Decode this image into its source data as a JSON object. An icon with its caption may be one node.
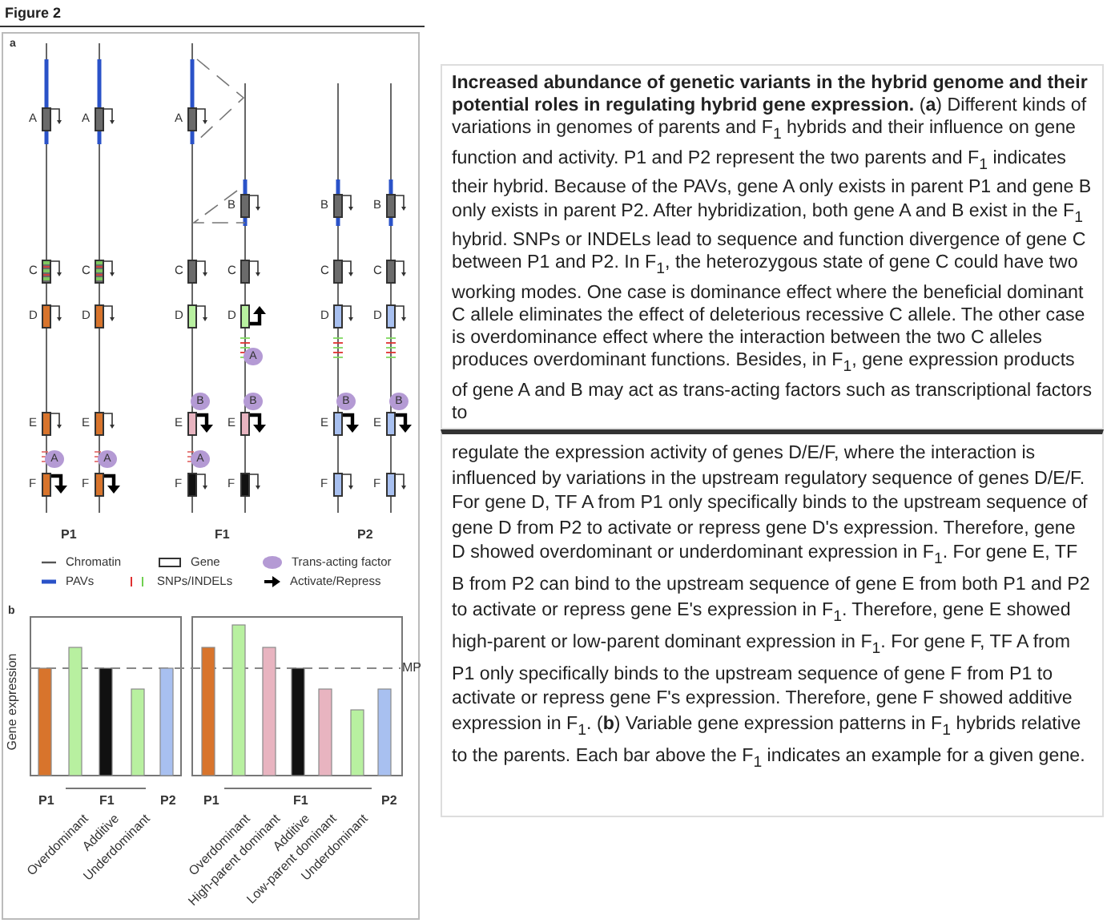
{
  "diagram": {
    "title": "Figure 2",
    "caption": "**Increased abundance of genetic variants in the hybrid genome and their potential roles in regulating hybrid gene expression.** (**a**) Different kinds of variations in genomes of parents and F$_{1}$ hybrids and their influence on gene function and activity. P1 and P2 represent the two parents and F$_{1}$ indicates their hybrid. Because of the PAVs, gene A only exists in parent P1 and gene B only exists in parent P2. After hybridization, both gene A and B exist in the F$_{1}$ hybrid. SNPs or INDELs lead to sequence and function divergence of gene C between P1 and P2. In F$_{1}$, the heterozygous state of gene C could have two working modes. One case is dominance effect where the beneficial dominant C allele eliminates the effect of deleterious recessive C allele. The other case is overdominance effect where the interaction between the two C alleles produces overdominant functions. Besides, in F$_{1}$, gene expression products of gene A and B may act as trans-acting factors such as transcriptional factors to",
    "nodes": [
      {
        "text": [
          "A"
        ]
      },
      {
        "text": [
          "C"
        ]
      },
      {
        "text": [
          "D"
        ]
      },
      {
        "text": [
          "E"
        ]
      },
      {
        "text": [
          "A"
        ]
      },
      {
        "text": [
          "F"
        ]
      },
      {
        "text": [
          "A"
        ]
      },
      {
        "text": [
          "C"
        ]
      },
      {
        "text": [
          "D"
        ]
      },
      {
        "text": [
          "E"
        ]
      },
      {
        "text": [
          "A"
        ]
      },
      {
        "text": [
          "F"
        ]
      },
      {
        "text": [
          "A"
        ]
      },
      {
        "text": [
          "C"
        ]
      },
      {
        "text": [
          "D"
        ]
      },
      {
        "text": [
          "B"
        ]
      },
      {
        "text": [
          "E"
        ]
      },
      {
        "text": [
          "A"
        ]
      },
      {
        "text": [
          "F"
        ]
      },
      {
        "text": [
          "B"
        ]
      },
      {
        "text": [
          "C"
        ]
      },
      {
        "text": [
          "D"
        ]
      },
      {
        "text": [
          "A"
        ]
      },
      {
        "text": [
          "B"
        ]
      },
      {
        "text": [
          "E"
        ]
      },
      {
        "text": [
          "F"
        ]
      },
      {
        "text": [
          "B"
        ]
      },
      {
        "text": [
          "C"
        ]
      },
      {
        "text": [
          "D"
        ]
      },
      {
        "text": [
          "B"
        ]
      },
      {
        "text": [
          "E"
        ]
      },
      {
        "text": [
          "F"
        ]
      },
      {
        "text": [
          "B"
        ]
      },
      {
        "text": [
          "C"
        ]
      },
      {
        "text": [
          "D"
        ]
      },
      {
        "text": [
          "B"
        ]
      },
      {
        "text": [
          "E"
        ]
      },
      {
        "text": [
          "F"
        ]
      }
    ],
    "labels": [
      "a",
      "P1",
      "F1",
      "P2",
      "b",
      "Gene expression",
      "MP",
      "P1",
      "F1",
      "P2",
      "Overdominant",
      "Additive",
      "Underdominant",
      "P1",
      "F1",
      "P2",
      "Overdominant",
      "High-parent dominant",
      "Additive",
      "Low-parent dominant",
      "Underdominant",
      "regulate the expression activity of genes D/E/F, where the interaction is influenced by variations in the upstream regulatory sequence of genes D/E/F. For gene D, TF A from P1 only specifically binds to the upstream sequence of gene D from P2 to activate or repress gene D's expression. Therefore, gene D showed overdominant or underdominant expression in F$_{1}$. For gene E, TF B from P2 can bind to the upstream sequence of gene E from both P1 and P2 to activate or repress gene E's expression in F$_{1}$. Therefore, gene E showed high-parent or low-parent dominant expression in F$_{1}$. For gene F, TF A from P1 only specifically binds to the upstream sequence of gene F from P1 to activate or repress gene F's expression. Therefore, gene F showed additive expression in F$_{1}$. (**b**) Variable gene expression patterns in F$_{1}$ hybrids relative to the parents. Each bar above the F$_{1}$ indicates an example for a given gene."
    ],
    "legend": [
      {
        "text": "Chromatin"
      },
      {
        "text": "Gene"
      },
      {
        "text": "Trans-acting factor"
      },
      {
        "text": "PAVs"
      },
      {
        "text": "SNPs/INDELs"
      },
      {
        "text": "Activate/Repress"
      }
    ]
  }
}
